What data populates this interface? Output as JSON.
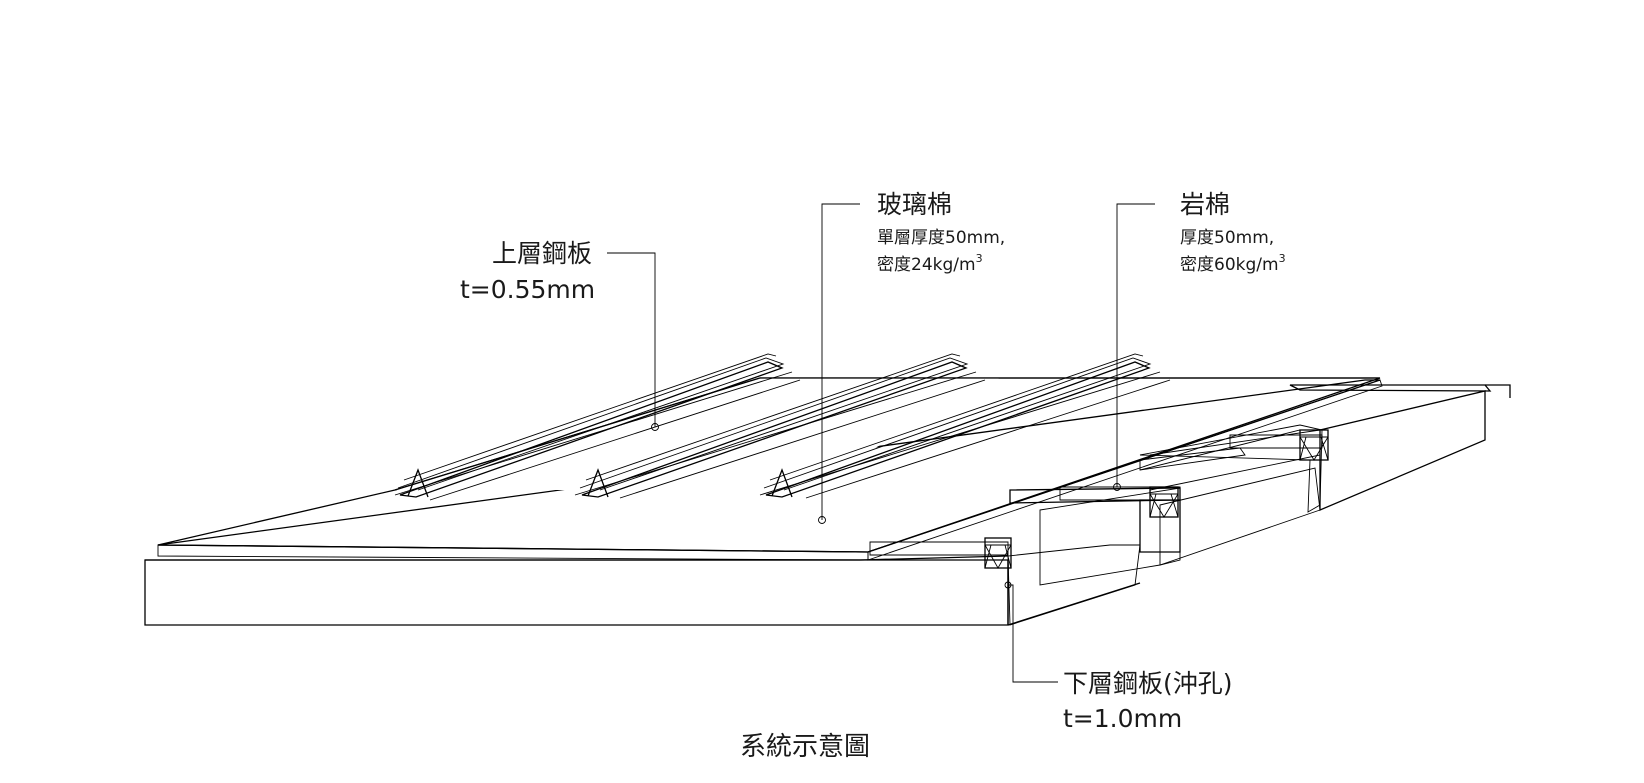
{
  "labels": {
    "top_sheet": {
      "name": "上層鋼板",
      "spec": "t=0.55mm"
    },
    "glass_wool": {
      "name": "玻璃棉",
      "line1": "單層厚度50mm,",
      "line2": "密度24kg/m",
      "sup": "3"
    },
    "rock_wool": {
      "name": "岩棉",
      "line1": "厚度50mm,",
      "line2": "密度60kg/m",
      "sup": "3"
    },
    "bottom_sheet": {
      "name": "下層鋼板(沖孔)",
      "spec": "t=1.0mm"
    }
  },
  "caption": "系統示意圖"
}
